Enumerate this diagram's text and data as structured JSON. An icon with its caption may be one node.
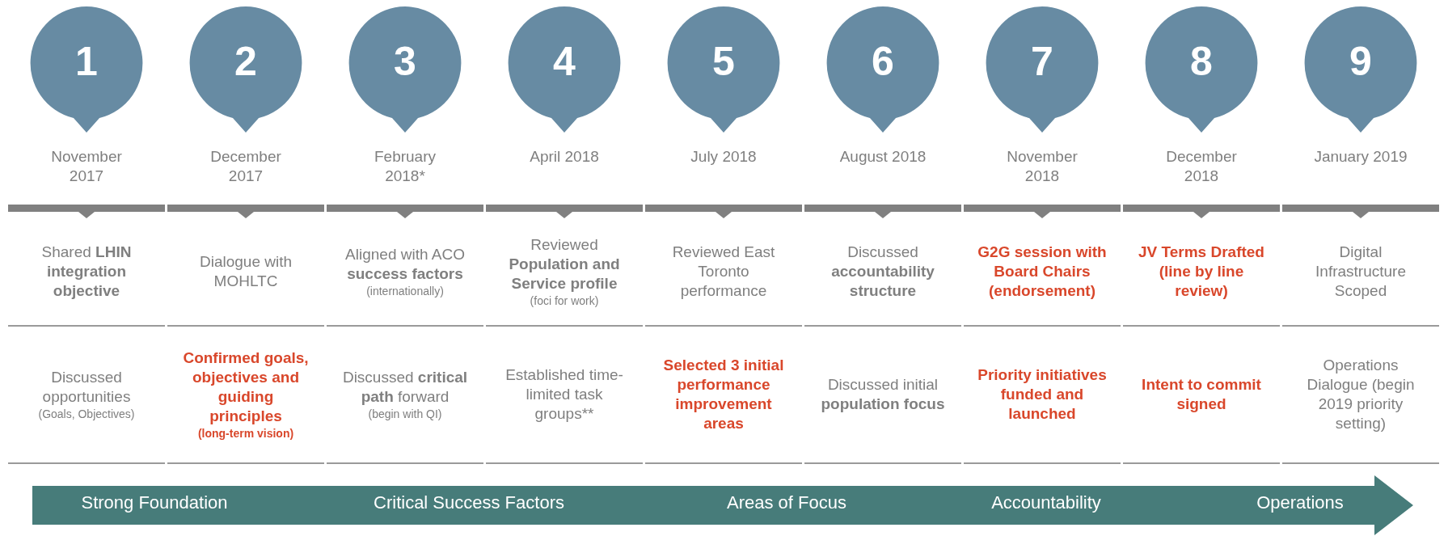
{
  "diagram": {
    "nodes": [
      {
        "text": [
          "1"
        ],
        "beside": [
          "November 2017"
        ]
      },
      {
        "text": [
          "2"
        ],
        "beside": [
          "December 2017"
        ]
      },
      {
        "text": [
          "3"
        ],
        "beside": [
          "February 2018*"
        ]
      },
      {
        "text": [
          "4"
        ],
        "beside": [
          "April 2018"
        ]
      },
      {
        "text": [
          "5"
        ],
        "beside": [
          "July 2018"
        ]
      },
      {
        "text": [
          "6"
        ],
        "beside": [
          "August 2018"
        ]
      },
      {
        "text": [
          "7"
        ],
        "beside": [
          "November 2018"
        ]
      },
      {
        "text": [
          "8"
        ],
        "beside": [
          "December 2018"
        ]
      },
      {
        "text": [
          "9"
        ],
        "beside": [
          "January 2019"
        ]
      },
      {
        "text": [
          "Strong Foundation",
          "Critical Success Factors",
          "Areas of Focus",
          "Accountability",
          "Operations"
        ]
      },
      {
        "text": [],
        "shape": "bar"
      },
      {
        "text": [],
        "shape": "bar"
      },
      {
        "text": [],
        "shape": "bar"
      },
      {
        "text": [],
        "shape": "bar"
      },
      {
        "text": [],
        "shape": "bar"
      },
      {
        "text": [],
        "shape": "bar"
      },
      {
        "text": [],
        "shape": "bar"
      },
      {
        "text": [],
        "shape": "bar"
      },
      {
        "text": [],
        "shape": "bar"
      }
    ],
    "edges": [],
    "labels": [
      "Shared **LHIN integration objective**",
      "Dialogue with MOHLTC",
      "Aligned with ACO **success factors**",
      "(internationally)",
      "Reviewed **Population and Service profile**",
      "(foci for work)",
      "Reviewed East Toronto performance",
      "Discussed **accountability structure**",
      "G2G session with Board Chairs (endorsement)",
      "JV Terms Drafted (line by line review)",
      "Digital Infrastructure Scoped",
      "Discussed opportunities",
      "(Goals, Objectives)",
      "Confirmed goals, objectives and guiding principles",
      "(long-term vision)",
      "Discussed **critical path** forward",
      "(begin with QI)",
      "Established time-limited task groups**",
      "Selected 3 initial performance improvement areas",
      "Discussed initial **population focus**",
      "Priority initiatives funded and launched",
      "Intent to commit signed",
      "Operations Dialogue (begin 2019 priority setting)"
    ]
  }
}
